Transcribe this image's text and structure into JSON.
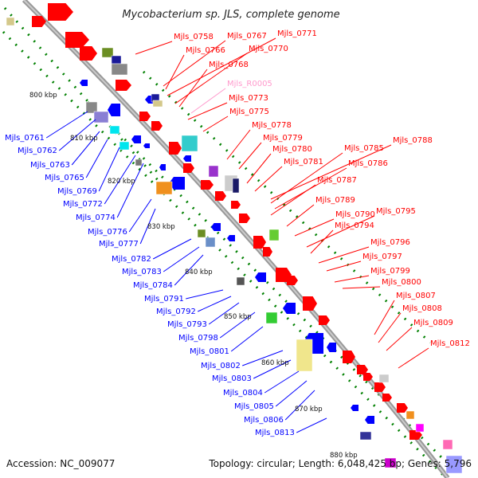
{
  "title": "Mycobacterium sp. JLS, complete genome",
  "footer": {
    "accession": "Accession: NC_009077",
    "summary": "Topology: circular; Length: 6,048,425 bp; Genes: 5,796"
  },
  "colors": {
    "forward": "#ff0000",
    "reverse": "#0000ff",
    "rna": "#ff99cc",
    "backbone": "#999999",
    "ruler": "#008000"
  },
  "ruler_ticks": [
    "800 kbp",
    "810 kbp",
    "820 kbp",
    "830 kbp",
    "840 kbp",
    "850 kbp",
    "860 kbp",
    "870 kbp",
    "880 kbp"
  ],
  "forward_labels": [
    "Mjls_0758",
    "Mjls_0767",
    "Mjls_0771",
    "Mjls_0766",
    "Mjls_0770",
    "Mjls_0768",
    "Mjls_R0005",
    "Mjls_0773",
    "Mjls_0775",
    "Mjls_0778",
    "Mjls_0779",
    "Mjls_0788",
    "Mjls_0780",
    "Mjls_0785",
    "Mjls_0781",
    "Mjls_0786",
    "Mjls_0787",
    "Mjls_0789",
    "Mjls_0790",
    "Mjls_0795",
    "Mjls_0794",
    "Mjls_0796",
    "Mjls_0797",
    "Mjls_0799",
    "Mjls_0800",
    "Mjls_0807",
    "Mjls_0808",
    "Mjls_0809",
    "Mjls_0812"
  ],
  "reverse_labels": [
    "Mjls_0761",
    "Mjls_0762",
    "Mjls_0763",
    "Mjls_0765",
    "Mjls_0769",
    "Mjls_0772",
    "Mjls_0774",
    "Mjls_0776",
    "Mjls_0777",
    "Mjls_0782",
    "Mjls_0783",
    "Mjls_0784",
    "Mjls_0791",
    "Mjls_0792",
    "Mjls_0793",
    "Mjls_0798",
    "Mjls_0801",
    "Mjls_0802",
    "Mjls_0803",
    "Mjls_0804",
    "Mjls_0805",
    "Mjls_0806",
    "Mjls_0813"
  ]
}
